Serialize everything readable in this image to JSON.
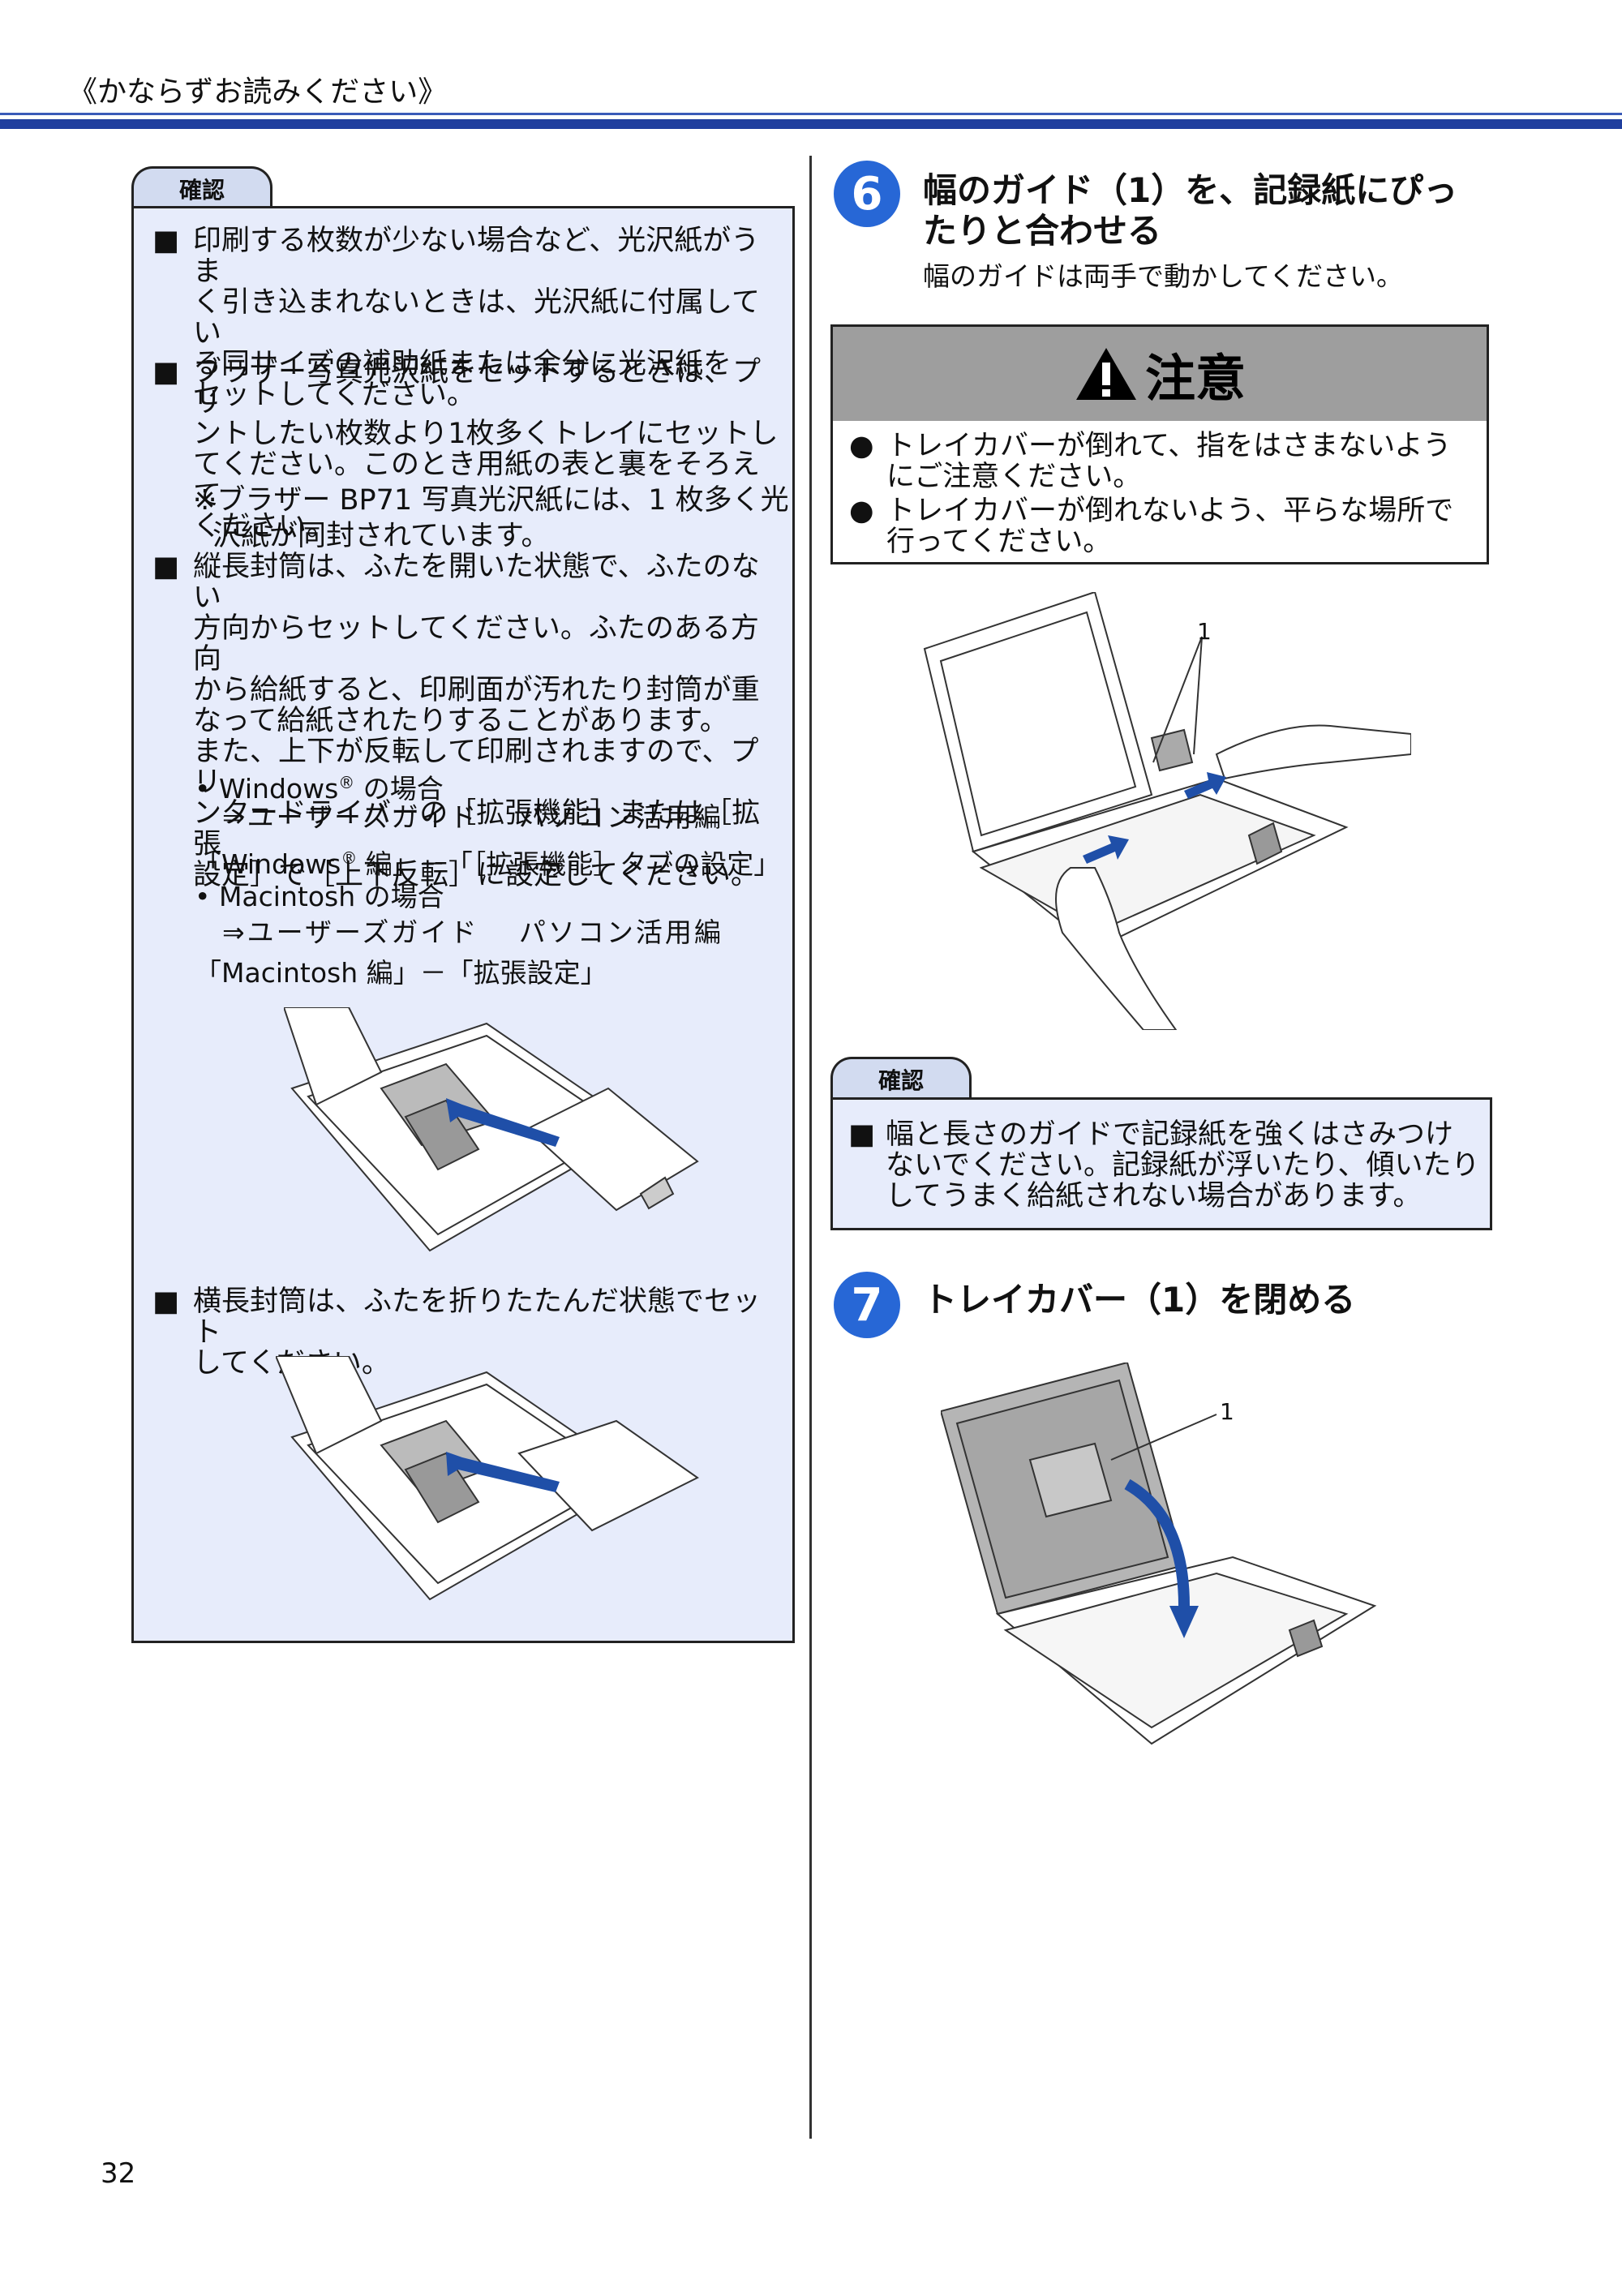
{
  "header": {
    "title": "《かならずお読みください》"
  },
  "page_number": "32",
  "left_note": {
    "tab_label": "確認",
    "bullet": "■",
    "items": [
      {
        "lines": [
          "印刷する枚数が少ない場合など、光沢紙がうま",
          "く引き込まれないときは、光沢紙に付属してい",
          "る同サイズの補助紙または余分に光沢紙を",
          "セットしてください。"
        ]
      },
      {
        "lines": [
          "ブラザー写真光沢紙をセットするときは、プリ",
          "ントしたい枚数より1枚多くトレイにセットし",
          "てください。このとき用紙の表と裏をそろえて",
          "ください。"
        ]
      },
      {
        "lines": [
          "縦長封筒は、ふたを開いた状態で、ふたのない",
          "方向からセットしてください。ふたのある方向",
          "から給紙すると、印刷面が汚れたり封筒が重",
          "なって給紙されたりすることがあります。",
          "また、上下が反転して印刷されますので、プリ",
          "ンタードライバーの［拡張機能］または［拡張",
          "設定］で［上下反転］に設定してください。"
        ]
      },
      {
        "lines": [
          "横長封筒は、ふたを折りたたんだ状態でセット",
          "してください。"
        ]
      }
    ],
    "note_lines": [
      "※ブラザー BP71 写真光沢紙には、1 枚多く光",
      "沢紙が同封されています。"
    ],
    "windows": {
      "label": "• Windows",
      "reg": "®",
      "label_tail": " の場合",
      "ref": "⇒ユーザーズガイド　 パソコン活用編",
      "path_a": "「Windows",
      "path_reg": "®",
      "path_b": " 編」－「［拡張機能］タブの設定」"
    },
    "mac": {
      "label": "• Macintosh の場合",
      "ref": "⇒ユーザーズガイド　 パソコン活用編",
      "path": "「Macintosh 編」－「拡張設定」"
    }
  },
  "step6": {
    "number": "6",
    "title_lines": [
      "幅のガイド（1）を、記録紙にぴっ",
      "たりと合わせる"
    ],
    "subtitle": "幅のガイドは両手で動かしてください。",
    "callout": "1"
  },
  "caution": {
    "title": "注意",
    "bullet": "●",
    "items": [
      {
        "lines": [
          "トレイカバーが倒れて、指をはさまないよう",
          "にご注意ください。"
        ]
      },
      {
        "lines": [
          "トレイカバーが倒れないよう、平らな場所で",
          "行ってください。"
        ]
      }
    ]
  },
  "right_note": {
    "tab_label": "確認",
    "bullet": "■",
    "lines": [
      "幅と長さのガイドで記録紙を強くはさみつけ",
      "ないでください。記録紙が浮いたり、傾いたり",
      "してうまく給紙されない場合があります。"
    ]
  },
  "step7": {
    "number": "7",
    "title": "トレイカバー（1）を閉める",
    "callout": "1"
  },
  "colors": {
    "accent": "#2767d6",
    "rule": "#1f3e9e",
    "note_bg": "#e7ecfb",
    "tab_bg": "#d2dbf0",
    "caution_head": "#9e9e9e"
  }
}
